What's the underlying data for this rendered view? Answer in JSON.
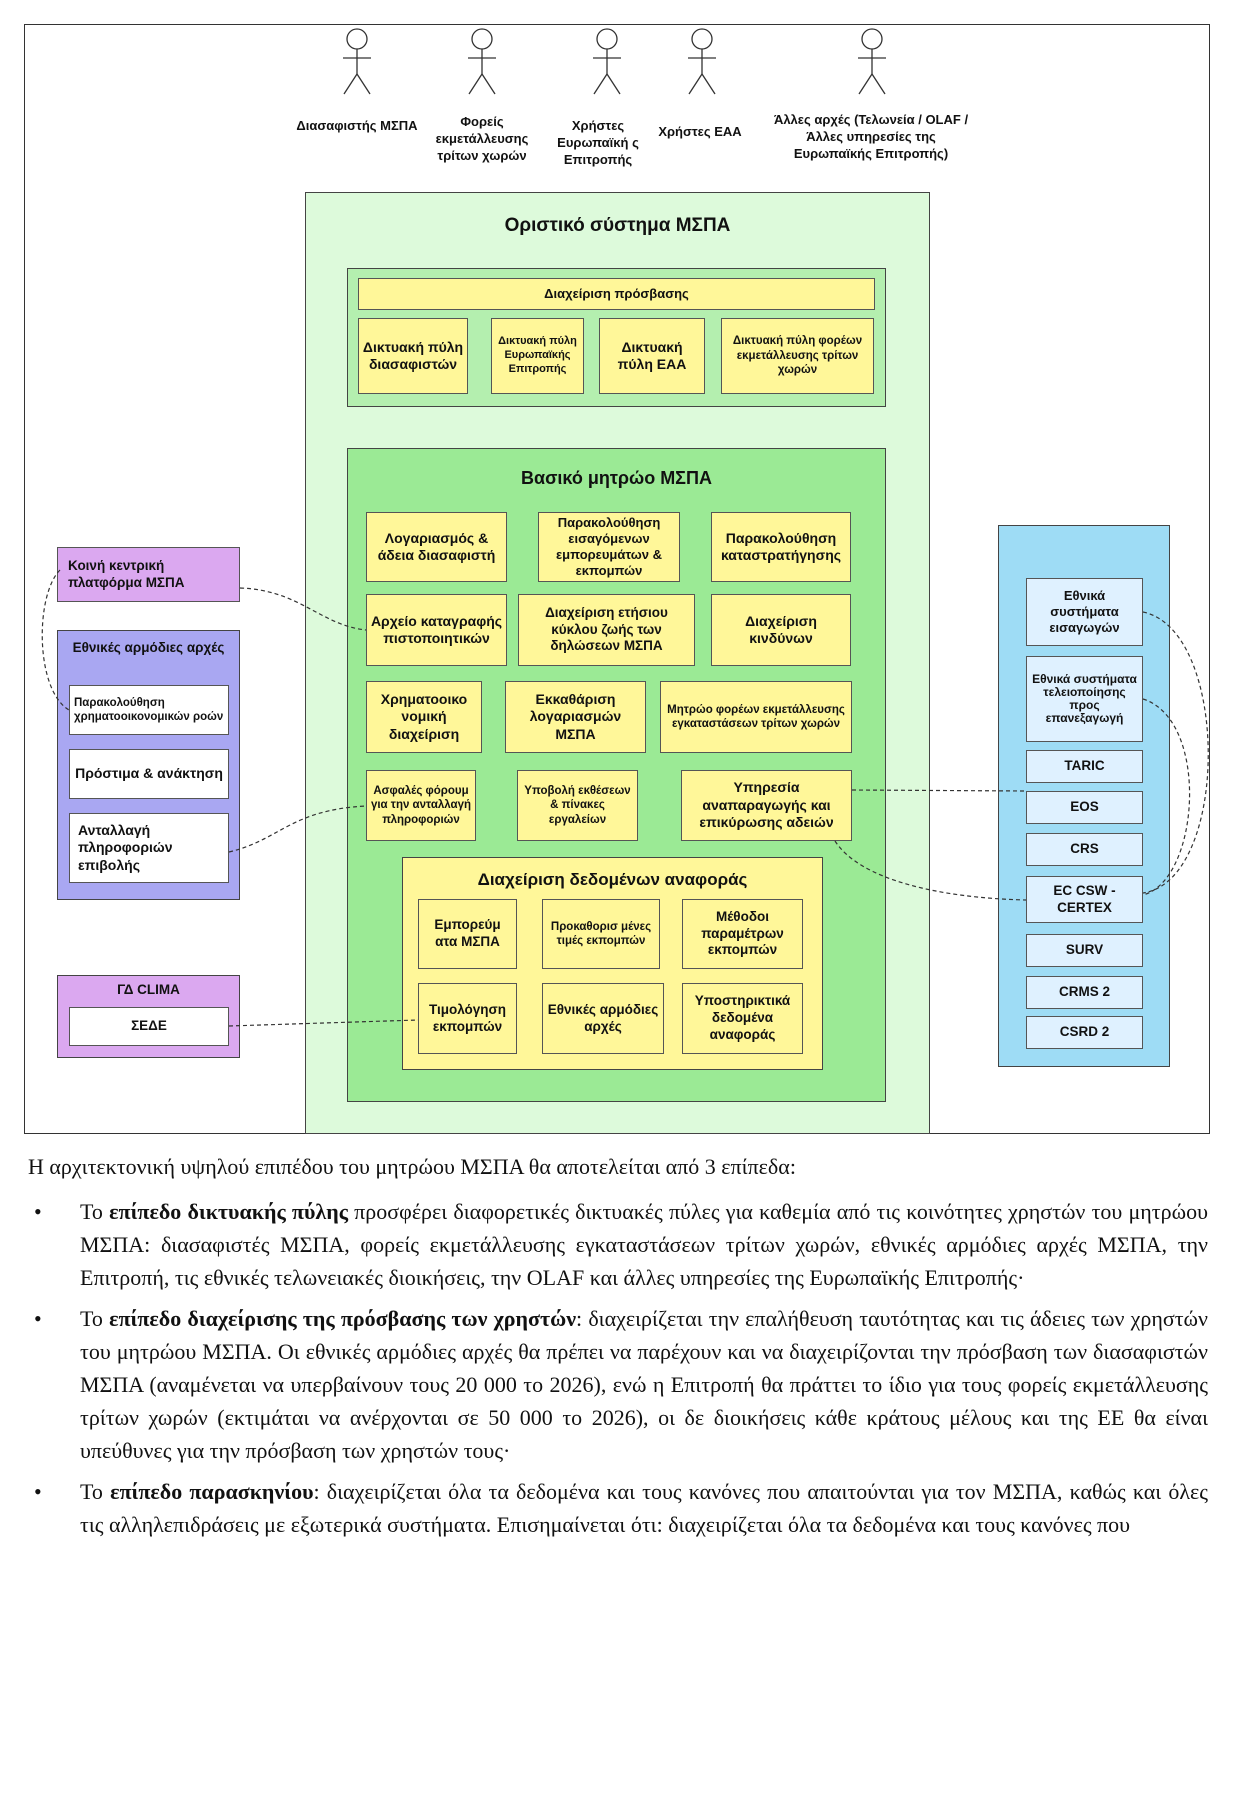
{
  "actors": [
    {
      "id": "declarants",
      "label": "Διασαφιστής ΜΣΠΑ"
    },
    {
      "id": "operators",
      "label": "Φορείς εκμετάλλευσης τρίτων χωρών"
    },
    {
      "id": "ec_users",
      "label": "Χρήστες Ευρωπαϊκή ς Επιτροπής"
    },
    {
      "id": "nca_users",
      "label": "Χρήστες ΕΑΑ"
    },
    {
      "id": "other",
      "label": "Άλλες αρχές (Τελωνεία / OLAF / Άλλες υπηρεσίες της Ευρωπαϊκής Επιτροπής)"
    }
  ],
  "main_system": {
    "title": "Οριστικό σύστημα ΜΣΠΑ",
    "access": {
      "title": "Διαχείριση πρόσβασης",
      "portals": [
        "Δικτυακή πύλη διασαφιστών",
        "Δικτυακή πύλη Ευρωπαϊκής Επιτροπής",
        "Δικτυακή πύλη ΕΑΑ",
        "Δικτυακή πύλη φορέων εκμετάλλευσης τρίτων χωρών"
      ]
    },
    "registry": {
      "title": "Βασικό μητρώο ΜΣΠΑ",
      "modules": [
        "Λογαριασμός & άδεια διασαφιστή",
        "Παρακολούθηση εισαγόμενων εμπορευμάτων & εκπομπών",
        "Παρακολούθηση καταστρατήγησης",
        "Αρχείο καταγραφής πιστοποιητικών",
        "Διαχείριση ετήσιου κύκλου ζωής των δηλώσεων ΜΣΠΑ",
        "Διαχείριση κινδύνων",
        "Χρηματοοικο νομική διαχείριση",
        "Εκκαθάριση λογαριασμών ΜΣΠΑ",
        "Μητρώο φορέων εκμετάλλευσης εγκαταστάσεων τρίτων χωρών",
        "Ασφαλές φόρουμ για την ανταλλαγή πληροφοριών",
        "Υποβολή εκθέσεων & πίνακες εργαλείων",
        "Υπηρεσία αναπαραγωγής και επικύρωσης αδειών"
      ],
      "reference": {
        "title": "Διαχείριση δεδομένων αναφοράς",
        "items": [
          "Εμπορεύμ ατα ΜΣΠΑ",
          "Προκαθορισ μένες τιμές εκπομπών",
          "Μέθοδοι παραμέτρων εκπομπών",
          "Τιμολόγηση εκπομπών",
          "Εθνικές αρμόδιες αρχές",
          "Υποστηρικτικά δεδομένα αναφοράς"
        ]
      }
    }
  },
  "left": {
    "platform": "Κοινή κεντρική πλατφόρμα ΜΣΠΑ",
    "nca": {
      "title": "Εθνικές αρμόδιες αρχές",
      "items": [
        "Παρακολούθηση χρηματοοικονομικών ροών",
        "Πρόστιμα & ανάκτηση",
        "Ανταλλαγή πληροφοριών επιβολής"
      ]
    },
    "clima": {
      "title": "ΓΔ CLIMA",
      "item": "ΣΕΔΕ"
    }
  },
  "right": {
    "items": [
      "Εθνικά συστήματα εισαγωγών",
      "Εθνικά συστήματα τελειοποίησης προς επανεξαγωγή",
      "TARIC",
      "EOS",
      "CRS",
      "EC CSW - CERTEX",
      "SURV",
      "CRMS 2",
      "CSRD 2"
    ]
  },
  "colors": {
    "outer_green": "#ddfadb",
    "registry_green": "#9bea95",
    "yellow": "#fff799",
    "purple": "#dba8f0",
    "lavender": "#a9a7f2",
    "blue": "#9edcf5"
  },
  "text": {
    "intro": "Η αρχιτεκτονική υψηλού επιπέδου του μητρώου ΜΣΠΑ θα αποτελείται από 3 επίπεδα:",
    "bullets": [
      {
        "bold": "επίπεδο δικτυακής πύλης",
        "before": "Το ",
        "after": " προσφέρει διαφορετικές δικτυακές πύλες για καθεμία από τις κοινότητες χρηστών του μητρώου ΜΣΠΑ: διασαφιστές ΜΣΠΑ, φορείς εκμετάλλευσης εγκαταστάσεων τρίτων χωρών, εθνικές αρμόδιες αρχές ΜΣΠΑ, την Επιτροπή, τις εθνικές τελωνειακές διοικήσεις, την OLAF και άλλες υπηρεσίες της Ευρωπαϊκής Επιτροπής·"
      },
      {
        "bold": "επίπεδο διαχείρισης της πρόσβασης των χρηστών",
        "before": "Το ",
        "after": ": διαχειρίζεται την επαλήθευση ταυτότητας και τις άδειες των χρηστών του μητρώου ΜΣΠΑ. Οι εθνικές αρμόδιες αρχές θα πρέπει να παρέχουν και να διαχειρίζονται την πρόσβαση των διασαφιστών ΜΣΠΑ (αναμένεται να υπερβαίνουν τους 20 000 το 2026), ενώ η Επιτροπή θα πράττει το ίδιο για τους φορείς εκμετάλλευσης τρίτων χωρών (εκτιμάται να ανέρχονται σε 50 000 το 2026), οι δε διοικήσεις κάθε κράτους μέλους και της ΕΕ θα είναι υπεύθυνες για την πρόσβαση των χρηστών τους·"
      },
      {
        "bold": "επίπεδο παρασκηνίου",
        "before": "Το ",
        "after": ": διαχειρίζεται όλα τα δεδομένα και τους κανόνες που απαιτούνται για τον ΜΣΠΑ, καθώς και όλες τις αλληλεπιδράσεις με εξωτερικά συστήματα. Επισημαίνεται ότι: διαχειρίζεται όλα τα δεδομένα και τους κανόνες που"
      }
    ]
  }
}
